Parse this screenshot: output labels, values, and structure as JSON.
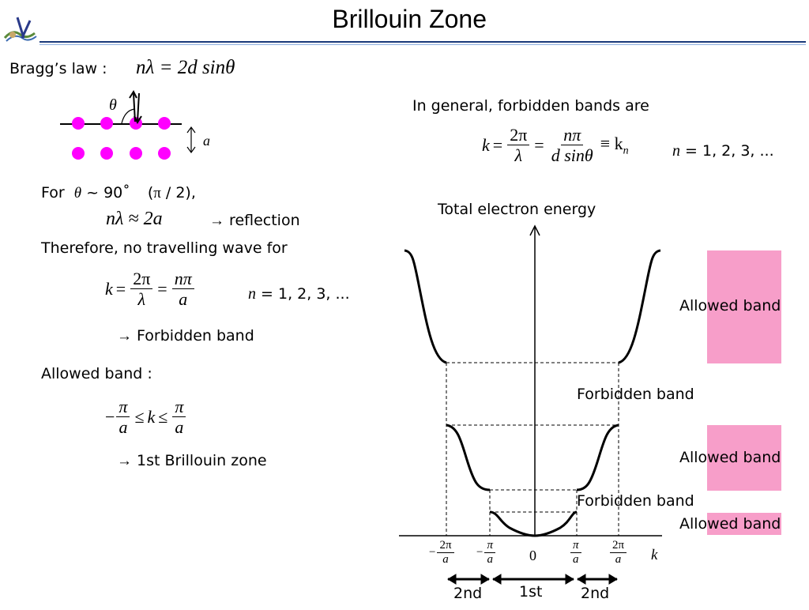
{
  "slide": {
    "title": "Brillouin Zone"
  },
  "left": {
    "bragg_label": "Bragg’s law :",
    "bragg_eq": "nλ = 2d sinθ",
    "theta_label": "θ",
    "a_label": "a",
    "for_text": "For",
    "theta_sym": "θ",
    "angle_text": "~ 90˚",
    "paren_open": "(",
    "pi_sym": "π",
    "paren_close": "/ 2),",
    "n_lambda": "nλ ≈ 2a",
    "arrow": "→",
    "reflection": "reflection",
    "therefore": "Therefore, no travelling wave for",
    "k_eq": "k",
    "two_pi": "2π",
    "lambda": "λ",
    "n_pi": "nπ",
    "a_sym": "a",
    "n_sym": "n",
    "n_values": "= 1, 2, 3, ...",
    "forbidden_band": "Forbidden band",
    "allowed_band_label": "Allowed band :",
    "pi": "π",
    "brillouin": "1st Brillouin zone"
  },
  "right": {
    "in_general": "In general, forbidden bands are",
    "k_sym": "k",
    "two_pi": "2π",
    "lambda": "λ",
    "n_pi": "nπ",
    "d_sin": "d sinθ",
    "equiv_kn": "≡ k",
    "n_sub": "n",
    "n_sym": "n",
    "n_values": "= 1, 2, 3, ..."
  },
  "diagram": {
    "y_axis_label": "Total electron energy",
    "allowed_band_1": "Allowed band",
    "forbidden_band_1": "Forbidden band",
    "allowed_band_2": "Allowed band",
    "forbidden_band_2": "Forbidden band",
    "allowed_band_3": "Allowed band",
    "tick_neg_2pi_num": "2π",
    "tick_neg_pi_num": "π",
    "tick_pi_num": "π",
    "tick_2pi_num": "2π",
    "tick_den": "a",
    "minus": "−",
    "zero": "0",
    "k_axis": "k",
    "zone_2nd_left": "2nd",
    "zone_1st": "1st",
    "zone_2nd_right": "2nd",
    "band_color": "#f79ec9",
    "lattice_color": "#ff00ff"
  }
}
